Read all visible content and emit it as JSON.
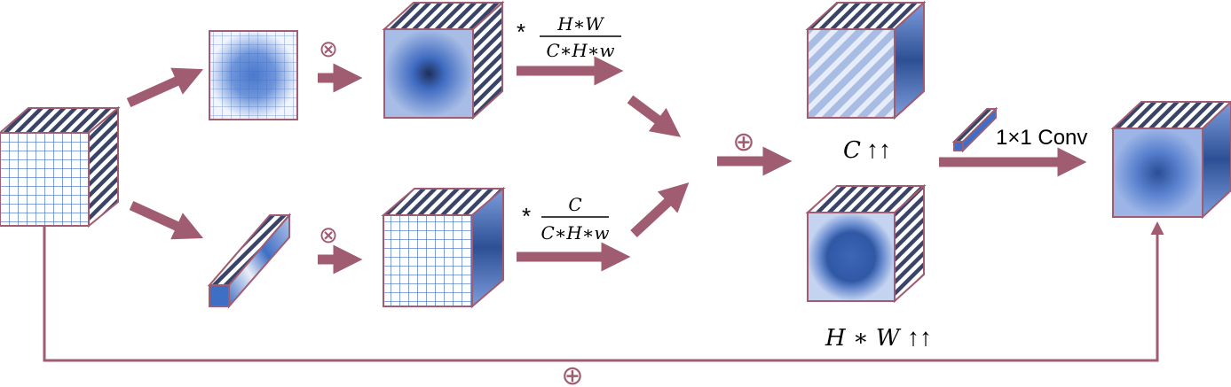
{
  "colors": {
    "arrow": "#a05c70",
    "outline": "#a05c70",
    "blue": "#3f6fc4",
    "dark_blue": "#22407a",
    "stripe": "#3a4466"
  },
  "labels": {
    "top_scale_star": "*",
    "top_scale_numerator": "H∗W",
    "top_scale_denominator": "C∗H∗w",
    "bottom_scale_star": "*",
    "bottom_scale_numerator": "C",
    "bottom_scale_denominator": "C∗H∗w",
    "channel_label": "C",
    "channel_arrows": "↑↑",
    "spatial_label": "H ∗ W",
    "spatial_arrows": "↑↑",
    "conv_label": "1×1 Conv",
    "multiply_symbol": "⊗",
    "add_symbol": "⊕"
  }
}
